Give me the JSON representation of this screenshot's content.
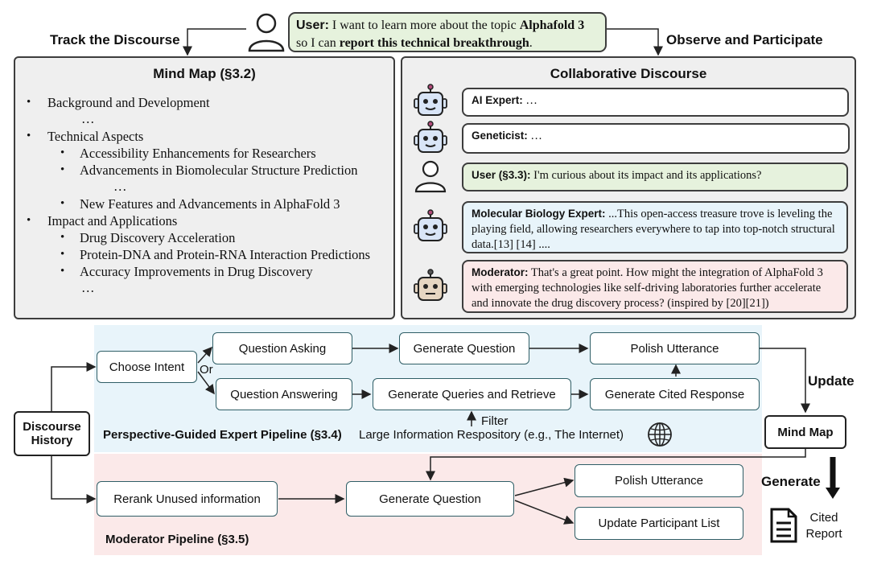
{
  "user_query": {
    "label": "User:",
    "line1_pre": "I want to learn more about the topic",
    "topic": "Alphafold 3",
    "line2_pre": "so I can",
    "goal": "report this technical breakthrough",
    "line2_post": "."
  },
  "track_label": "Track the Discourse",
  "observe_label": "Observe and Participate",
  "mind_map": {
    "title": "Mind Map (§3.2)",
    "items": [
      "Background and Development",
      "…",
      "Technical Aspects",
      "Accessibility Enhancements for Researchers",
      "Advancements in Biomolecular Structure Prediction",
      "…",
      "New Features and Advancements in AlphaFold 3",
      "Impact and Applications",
      "Drug Discovery Acceleration",
      "Protein-DNA and Protein-RNA Interaction Predictions",
      "Accuracy Improvements in Drug Discovery",
      "…"
    ]
  },
  "discourse": {
    "title": "Collaborative Discourse",
    "turns": [
      {
        "speaker": "AI Expert:",
        "text": "…"
      },
      {
        "speaker": "Geneticist:",
        "text": "…"
      },
      {
        "speaker": "User (§3.3):",
        "text": "I'm curious about its impact and its applications?"
      },
      {
        "speaker": "Molecular Biology Expert:",
        "text": "...This open-access treasure trove is leveling the playing field, allowing researchers everywhere to tap into top-notch structural data.[13] [14] ...."
      },
      {
        "speaker": "Moderator:",
        "text": "That's a great point. How might the integration of AlphaFold 3 with emerging technologies like self-driving laboratories further accelerate and innovate the drug discovery process? (inspired by [20][21])"
      }
    ]
  },
  "pipeline": {
    "discourse_history": "Discourse History",
    "choose_intent": "Choose Intent",
    "or": "Or",
    "question_asking": "Question Asking",
    "question_answering": "Question Answering",
    "generate_question": "Generate Question",
    "generate_queries": "Generate Queries and Retrieve",
    "polish_utterance": "Polish Utterance",
    "generate_cited_response": "Generate Cited Response",
    "filter": "Filter",
    "repository": "Large Information Respository (e.g., The Internet)",
    "expert_pipeline_label": "Perspective-Guided Expert Pipeline (§3.4)",
    "update": "Update",
    "mind_map": "Mind Map",
    "generate": "Generate",
    "cited_report": "Cited Report",
    "rerank": "Rerank Unused information",
    "mod_generate_question": "Generate Question",
    "mod_polish_utterance": "Polish Utterance",
    "update_participant_list": "Update Participant List",
    "moderator_pipeline_label": "Moderator Pipeline (§3.5)"
  },
  "colors": {
    "user_bg": "#e6f2dd",
    "panel_bg": "#efefef",
    "expert_bg": "#e8f4fa",
    "moderator_bg": "#fbe9e9",
    "ai_turn_bg": "#ffffff",
    "user_turn_bg": "#e6f2dd",
    "expert_turn_bg": "#e8f4fa",
    "moderator_turn_bg": "#fbe9e9",
    "robot_blue": "#d9e5f7",
    "robot_tan": "#e6d6c2"
  }
}
